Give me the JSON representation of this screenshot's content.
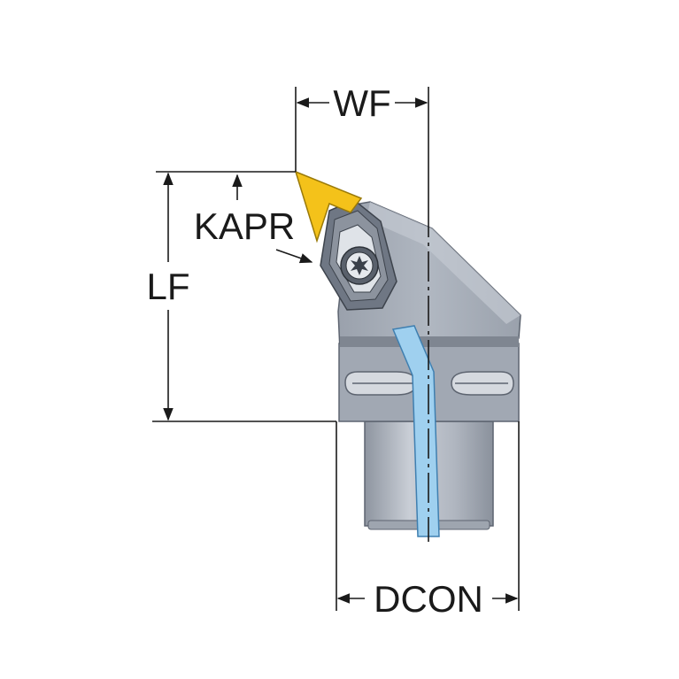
{
  "labels": {
    "wf": "WF",
    "kapr": "KAPR",
    "lf": "LF",
    "dcon": "DCON"
  },
  "colors": {
    "body": "#a6adb8",
    "body_dark": "#7b828d",
    "clamp": "#6f7784",
    "insert": "#f4c21a",
    "coolant": "#9fd0ef",
    "shank": "#b6bcc6",
    "line": "#1a1a1a"
  },
  "icons": {
    "screw": "torx-screw-icon",
    "insert": "triangular-insert-icon"
  }
}
